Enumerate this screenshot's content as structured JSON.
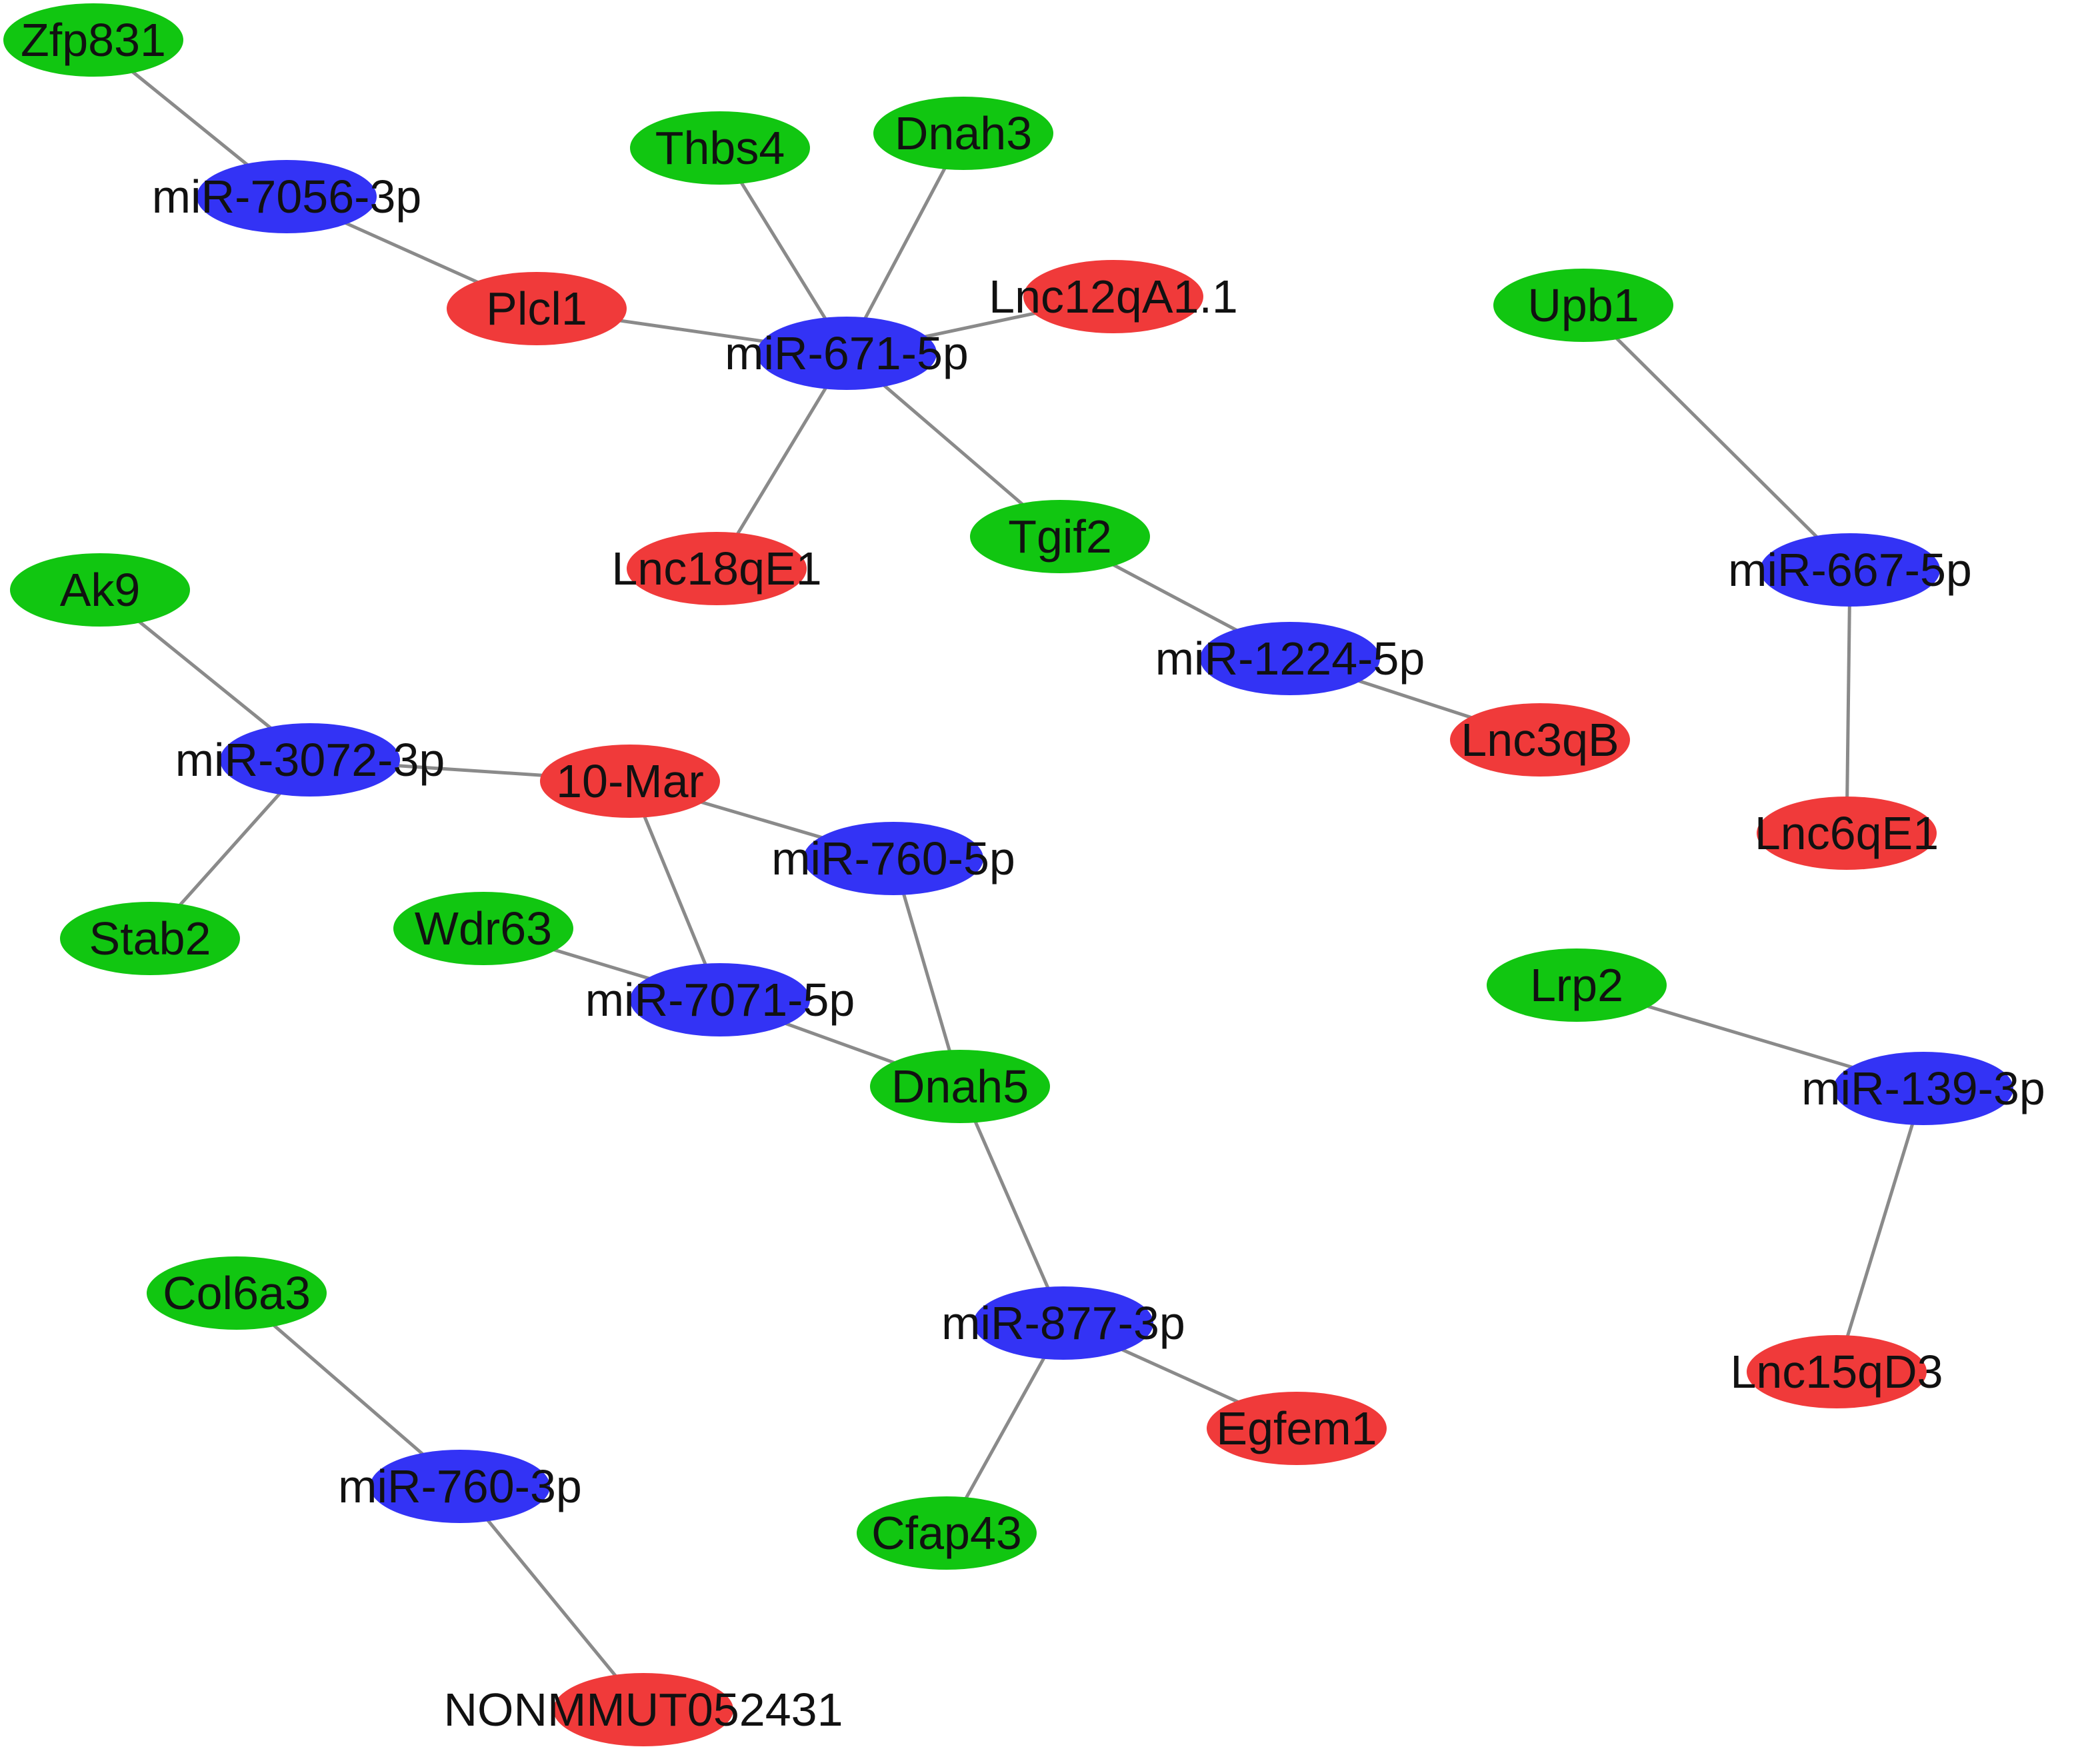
{
  "colors": {
    "gene": "#11c611",
    "mirna": "#3333f5",
    "lncrna": "#f03a3a",
    "edge": "#8a8a8a",
    "background": "#ffffff"
  },
  "nodes": [
    {
      "id": "zfp831",
      "label": "Zfp831",
      "type": "gene"
    },
    {
      "id": "mir7056",
      "label": "miR-7056-3p",
      "type": "mirna"
    },
    {
      "id": "thbs4",
      "label": "Thbs4",
      "type": "gene"
    },
    {
      "id": "dnah3",
      "label": "Dnah3",
      "type": "gene"
    },
    {
      "id": "plcl1",
      "label": "Plcl1",
      "type": "lncrna"
    },
    {
      "id": "mir671",
      "label": "miR-671-5p",
      "type": "mirna"
    },
    {
      "id": "lnc12qa11",
      "label": "Lnc12qA1.1",
      "type": "lncrna"
    },
    {
      "id": "upb1",
      "label": "Upb1",
      "type": "gene"
    },
    {
      "id": "lnc18qe1",
      "label": "Lnc18qE1",
      "type": "lncrna"
    },
    {
      "id": "tgif2",
      "label": "Tgif2",
      "type": "gene"
    },
    {
      "id": "mir667",
      "label": "miR-667-5p",
      "type": "mirna"
    },
    {
      "id": "ak9",
      "label": "Ak9",
      "type": "gene"
    },
    {
      "id": "mir1224",
      "label": "miR-1224-5p",
      "type": "mirna"
    },
    {
      "id": "lnc3qb",
      "label": "Lnc3qB",
      "type": "lncrna"
    },
    {
      "id": "mir3072",
      "label": "miR-3072-3p",
      "type": "mirna"
    },
    {
      "id": "mar10",
      "label": "10-Mar",
      "type": "lncrna"
    },
    {
      "id": "lnc6qe1",
      "label": "Lnc6qE1",
      "type": "lncrna"
    },
    {
      "id": "mir760_5p",
      "label": "miR-760-5p",
      "type": "mirna"
    },
    {
      "id": "stab2",
      "label": "Stab2",
      "type": "gene"
    },
    {
      "id": "wdr63",
      "label": "Wdr63",
      "type": "gene"
    },
    {
      "id": "lrp2",
      "label": "Lrp2",
      "type": "gene"
    },
    {
      "id": "mir7071",
      "label": "miR-7071-5p",
      "type": "mirna"
    },
    {
      "id": "mir139",
      "label": "miR-139-3p",
      "type": "mirna"
    },
    {
      "id": "dnah5",
      "label": "Dnah5",
      "type": "gene"
    },
    {
      "id": "col6a3",
      "label": "Col6a3",
      "type": "gene"
    },
    {
      "id": "mir877",
      "label": "miR-877-3p",
      "type": "mirna"
    },
    {
      "id": "lnc15qd3",
      "label": "Lnc15qD3",
      "type": "lncrna"
    },
    {
      "id": "egfem1",
      "label": "Egfem1",
      "type": "lncrna"
    },
    {
      "id": "mir760_3p",
      "label": "miR-760-3p",
      "type": "mirna"
    },
    {
      "id": "cfap43",
      "label": "Cfap43",
      "type": "gene"
    },
    {
      "id": "nonmmut",
      "label": "NONMMUT052431",
      "type": "lncrna"
    }
  ],
  "edges": [
    [
      "zfp831",
      "mir7056"
    ],
    [
      "mir7056",
      "plcl1"
    ],
    [
      "plcl1",
      "mir671"
    ],
    [
      "thbs4",
      "mir671"
    ],
    [
      "dnah3",
      "mir671"
    ],
    [
      "lnc12qa11",
      "mir671"
    ],
    [
      "lnc18qe1",
      "mir671"
    ],
    [
      "tgif2",
      "mir671"
    ],
    [
      "tgif2",
      "mir1224"
    ],
    [
      "mir1224",
      "lnc3qb"
    ],
    [
      "upb1",
      "mir667"
    ],
    [
      "mir667",
      "lnc6qe1"
    ],
    [
      "ak9",
      "mir3072"
    ],
    [
      "mir3072",
      "mar10"
    ],
    [
      "mir3072",
      "stab2"
    ],
    [
      "mar10",
      "mir760_5p"
    ],
    [
      "mar10",
      "mir7071"
    ],
    [
      "wdr63",
      "mir7071"
    ],
    [
      "mir7071",
      "dnah5"
    ],
    [
      "mir760_5p",
      "dnah5"
    ],
    [
      "dnah5",
      "mir877"
    ],
    [
      "mir877",
      "egfem1"
    ],
    [
      "mir877",
      "cfap43"
    ],
    [
      "col6a3",
      "mir760_3p"
    ],
    [
      "mir760_3p",
      "nonmmut"
    ],
    [
      "lrp2",
      "mir139"
    ],
    [
      "mir139",
      "lnc15qd3"
    ]
  ]
}
